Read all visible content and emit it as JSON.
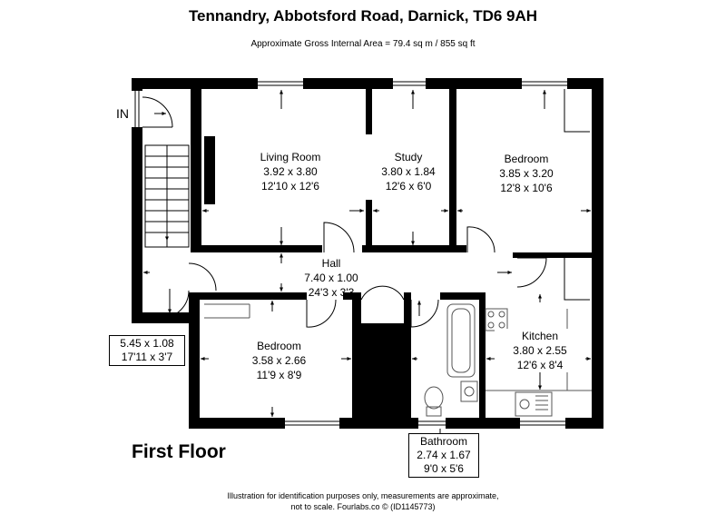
{
  "header": {
    "title": "Tennandry, Abbotsford Road, Darnick, TD6 9AH",
    "subtitle": "Approximate Gross Internal Area = 79.4 sq m / 855 sq ft"
  },
  "entrance": {
    "label": "IN"
  },
  "rooms": {
    "living_room": {
      "name": "Living Room",
      "metric": "3.92 x 3.80",
      "imperial": "12'10 x 12'6"
    },
    "study": {
      "name": "Study",
      "metric": "3.80 x 1.84",
      "imperial": "12'6 x 6'0"
    },
    "bedroom_top": {
      "name": "Bedroom",
      "metric": "3.85 x 3.20",
      "imperial": "12'8 x 10'6"
    },
    "hall": {
      "name": "Hall",
      "metric": "7.40 x 1.00",
      "imperial": "24'3 x 3'3"
    },
    "bedroom_bottom": {
      "name": "Bedroom",
      "metric": "3.58 x 2.66",
      "imperial": "11'9 x 8'9"
    },
    "kitchen": {
      "name": "Kitchen",
      "metric": "3.80 x 2.55",
      "imperial": "12'6 x 8'4"
    },
    "landing": {
      "metric": "5.45 x 1.08",
      "imperial": "17'11 x 3'7"
    },
    "bathroom": {
      "name": "Bathroom",
      "metric": "2.74 x 1.67",
      "imperial": "9'0 x 5'6"
    }
  },
  "floor_label": "First Floor",
  "disclaimer": {
    "line1": "Illustration for identification purposes only, measurements are approximate,",
    "line2": "not to scale. Fourlabs.co © (ID1145773)"
  },
  "colors": {
    "wall": "#000000",
    "background": "#ffffff",
    "fixture": "#888888"
  }
}
